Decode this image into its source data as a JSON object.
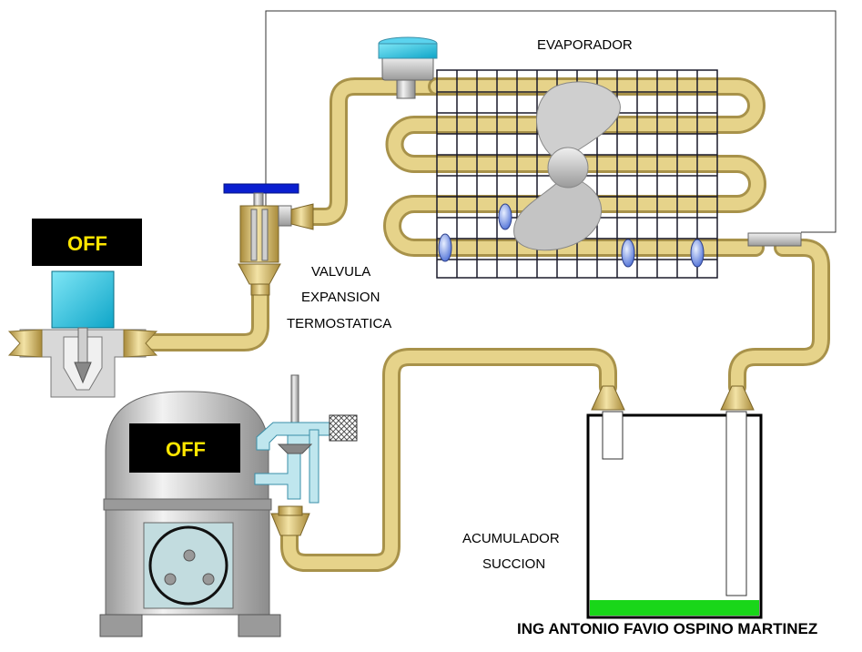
{
  "labels": {
    "evaporator": "EVAPORADOR",
    "valve_line1": "VALVULA",
    "valve_line2": "EXPANSION",
    "valve_line3": "TERMOSTATICA",
    "accumulator_line1": "ACUMULADOR",
    "accumulator_line2": "SUCCION",
    "author": "ING ANTONIO FAVIO OSPINO MARTINEZ"
  },
  "solenoid_valve": {
    "status": "OFF"
  },
  "compressor": {
    "status": "OFF"
  },
  "colors": {
    "pipe": "#e6d38a",
    "pipe_edge": "#a8924a",
    "panel_black": "#000000",
    "status_text": "#ffe600",
    "solenoid_coil": "#22c8e8",
    "valve_knob": "#0a1fd0",
    "fan_blade": "#c8c8c8",
    "accumulator_liquid": "#19d619",
    "metal": "#d4d4d4"
  }
}
